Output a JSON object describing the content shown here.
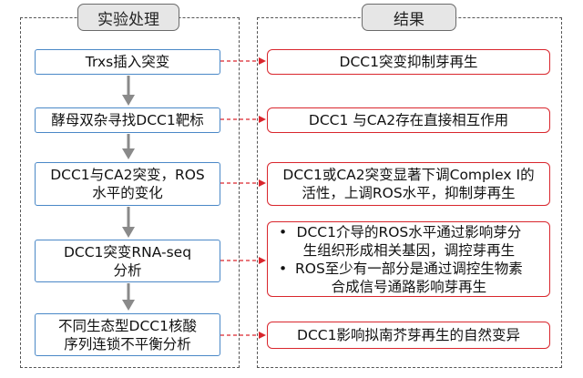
{
  "left_panel": {
    "header": "实验处理"
  },
  "right_panel": {
    "header": "结果"
  },
  "steps": [
    {
      "lines": [
        "Trxs插入突变"
      ]
    },
    {
      "lines": [
        "酵母双杂寻找DCC1靶标"
      ]
    },
    {
      "lines": [
        "DCC1与CA2突变，ROS",
        "水平的变化"
      ]
    },
    {
      "lines": [
        "DCC1突变RNA-seq",
        "分析"
      ]
    },
    {
      "lines": [
        "不同生态型DCC1核酸",
        "序列连锁不平衡分析"
      ]
    }
  ],
  "results": [
    {
      "lines": [
        "DCC1突变抑制芽再生"
      ]
    },
    {
      "lines": [
        "DCC1 与CA2存在直接相互作用"
      ]
    },
    {
      "lines": [
        "DCC1或CA2突变显著下调Complex I的",
        "活性，上调ROS水平，抑制芽再生"
      ]
    },
    {
      "bullets": [
        {
          "dot": "•",
          "lines": [
            "DCC1介导的ROS水平通过影响芽分",
            "生组织形成相关基因，调控芽再生"
          ]
        },
        {
          "dot": "•",
          "lines": [
            "ROS至少有一部分是通过调控生物素",
            "合成信号通路影响芽再生"
          ]
        }
      ]
    },
    {
      "lines": [
        "DCC1影响拟南芥芽再生的自然变异"
      ]
    }
  ],
  "colors": {
    "step_border": "#4a88c7",
    "result_border": "#d9262d",
    "down_arrow": "#8a8a8a",
    "connector": "#d9262d"
  }
}
